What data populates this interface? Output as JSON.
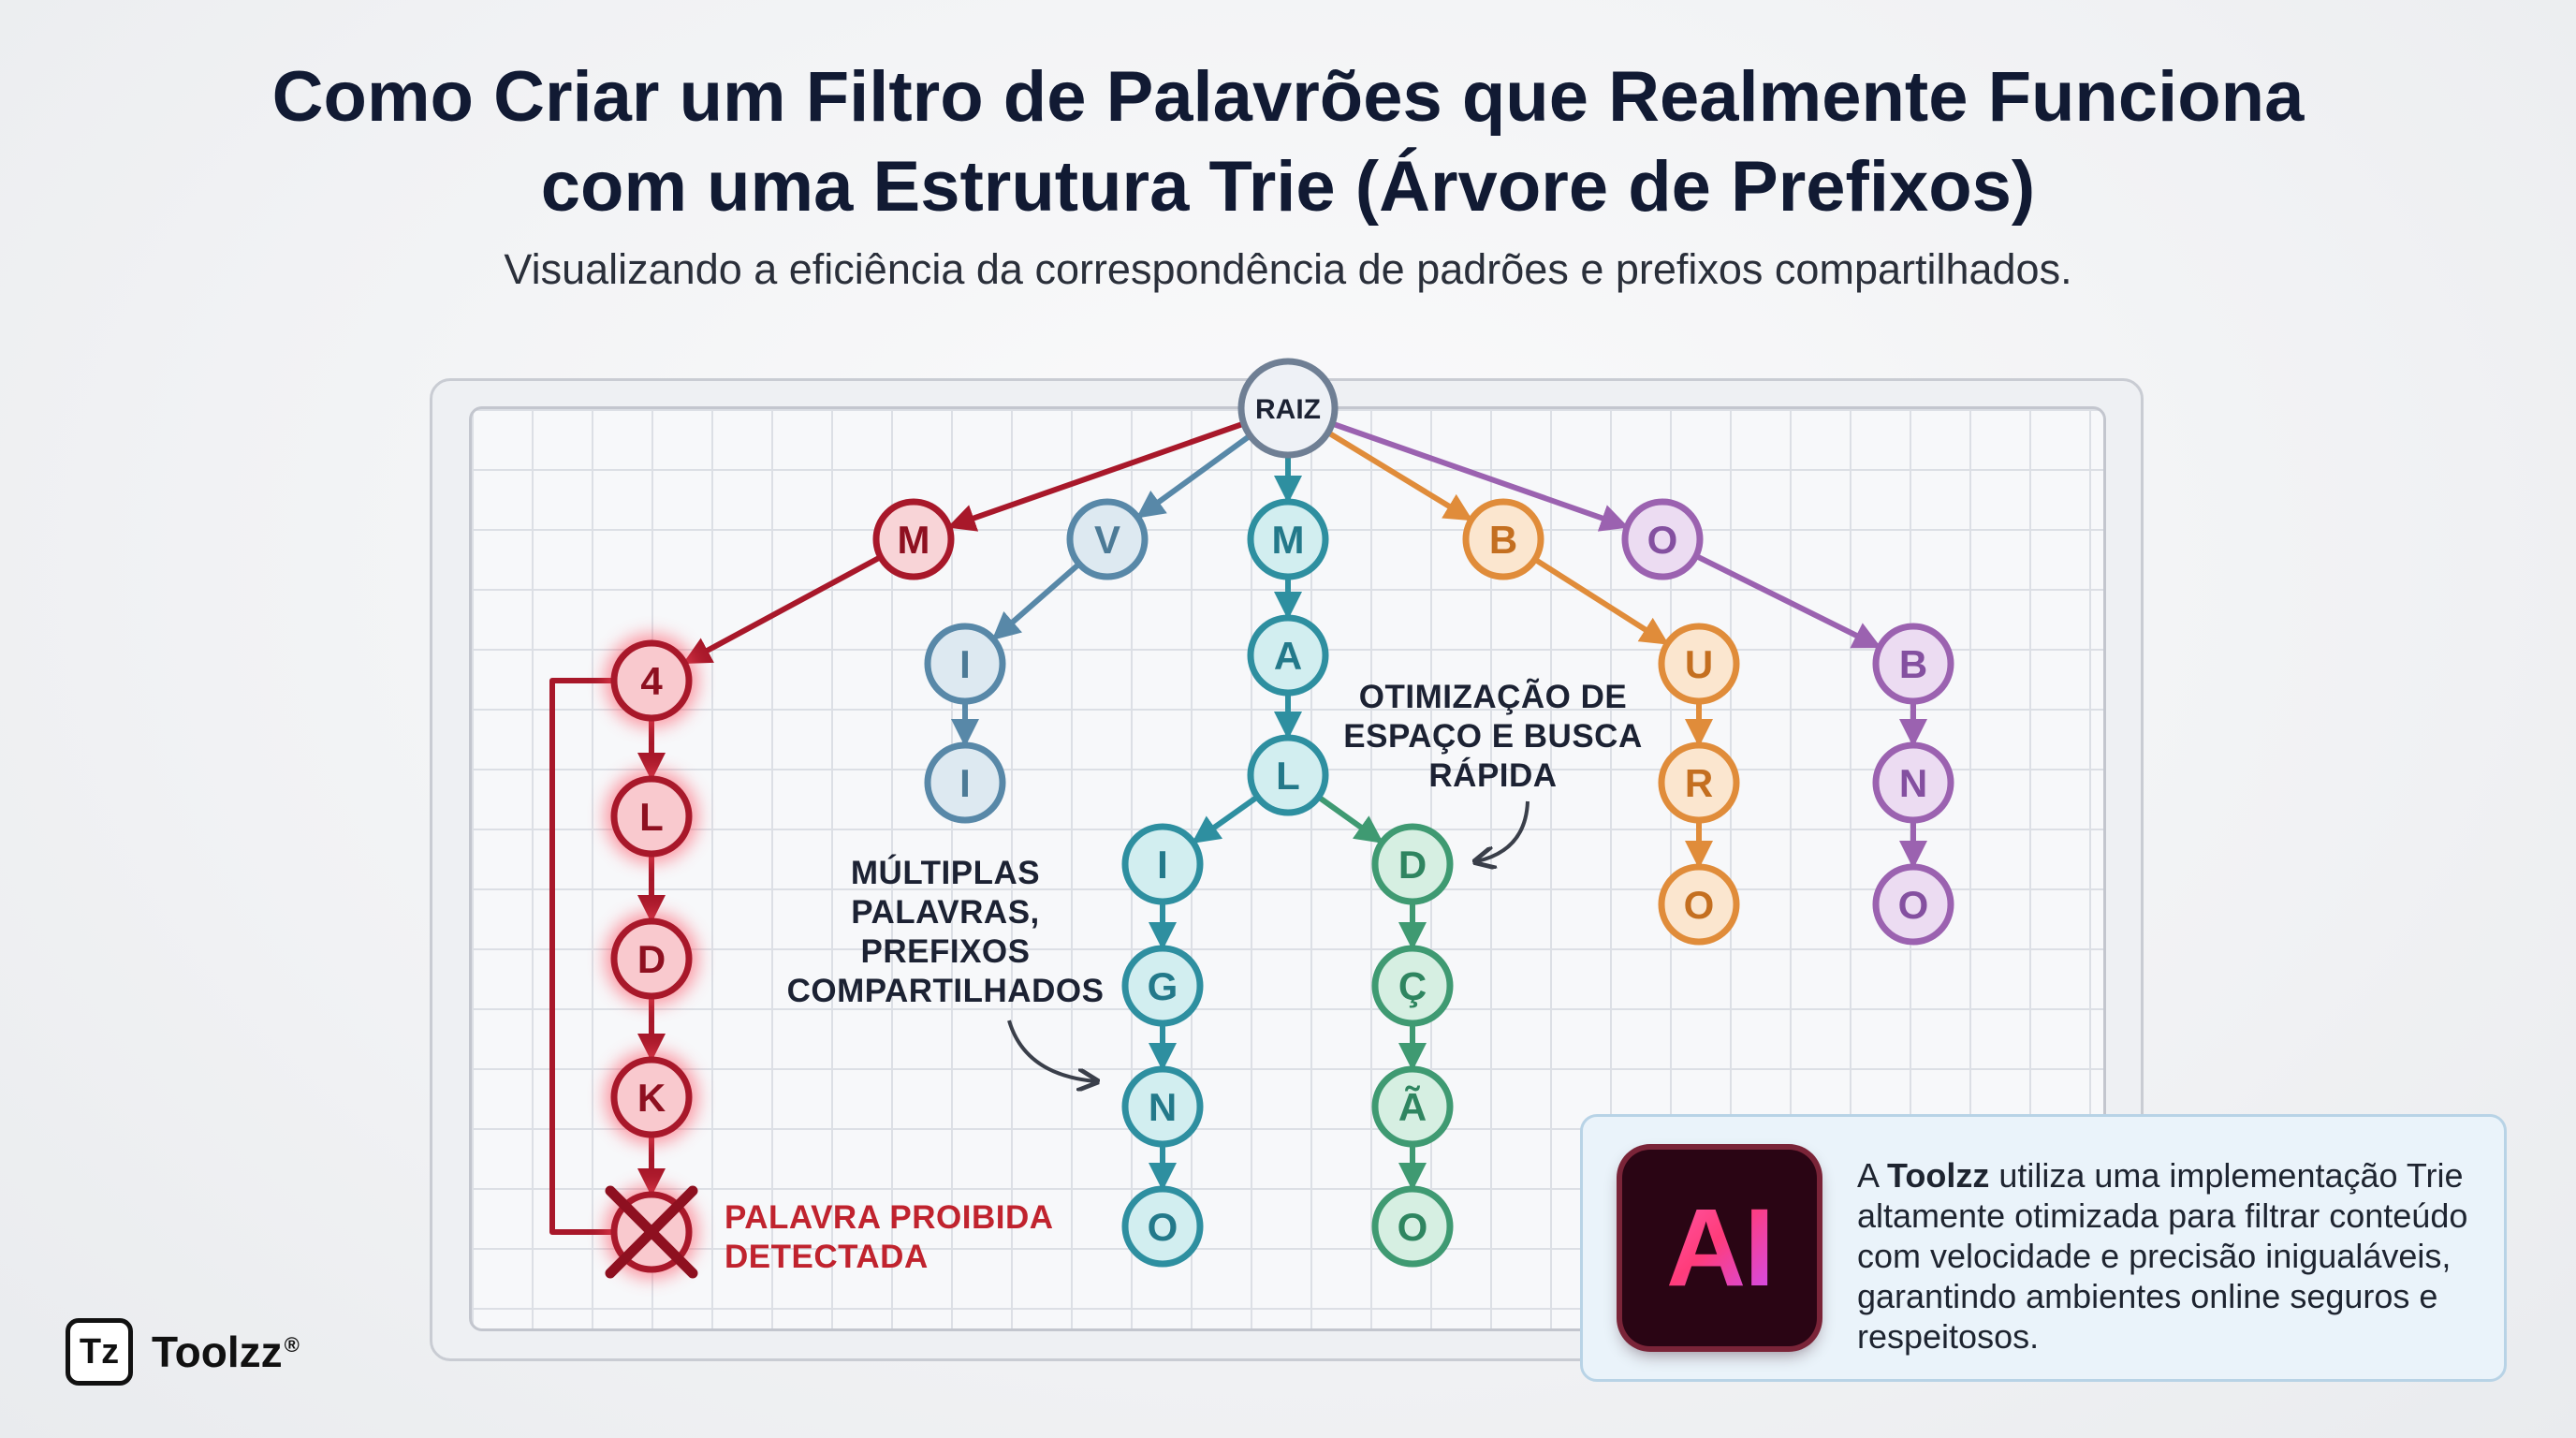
{
  "header": {
    "title_line1": "Como Criar um Filtro de Palavrões que Realmente Funciona",
    "title_line2": "com uma Estrutura Trie (Árvore de Prefixos)",
    "subtitle": "Visualizando a eficiência da correspondência de padrões e prefixos compartilhados."
  },
  "trie": {
    "root_label": "RAIZ",
    "colors": {
      "red": "#a8182a",
      "blue": "#5888a8",
      "teal": "#2e8fa0",
      "green": "#3f9a72",
      "orange": "#e08c3a",
      "purple": "#9b62b0"
    },
    "branches": [
      {
        "color": "red",
        "letters": [
          "M",
          "4",
          "L",
          "D",
          "K",
          "X"
        ]
      },
      {
        "color": "blue",
        "letters": [
          "V",
          "I",
          "I"
        ]
      },
      {
        "color": "teal",
        "letters": [
          "M",
          "A",
          "L",
          "I",
          "G",
          "N",
          "O"
        ]
      },
      {
        "color": "green",
        "letters": [
          "D",
          "Ç",
          "Ã",
          "O"
        ]
      },
      {
        "color": "orange",
        "letters": [
          "B",
          "U",
          "R",
          "O"
        ]
      },
      {
        "color": "purple",
        "letters": [
          "O",
          "B",
          "N",
          "O"
        ]
      }
    ]
  },
  "annotations": {
    "shared_prefixes": "MÚLTIPLAS PALAVRAS, PREFIXOS COMPARTILHADOS",
    "optimization": "OTIMIZAÇÃO DE ESPAÇO E BUSCA RÁPIDA",
    "forbidden": "PALAVRA PROIBIDA DETECTADA"
  },
  "brand": {
    "logo_mark": "Tz",
    "name": "Toolzz",
    "registered": "®"
  },
  "info_card": {
    "badge": "AI",
    "text_prefix": "A ",
    "text_brand": "Toolzz",
    "text_body": " utiliza uma implementação Trie altamente otimizada para filtrar conteúdo com velocidade e precisão inigualáveis, garantindo ambientes online seguros e respeitosos."
  }
}
